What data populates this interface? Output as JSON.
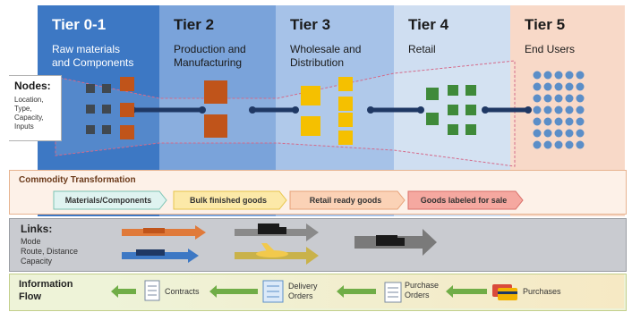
{
  "tiers": [
    {
      "title": "Tier 0-1",
      "subtitle": [
        "Raw materials",
        "and Components"
      ],
      "color": "#3d78c4"
    },
    {
      "title": "Tier 2",
      "subtitle": [
        "Production and",
        "Manufacturing"
      ],
      "color": "#6c9ad6"
    },
    {
      "title": "Tier 3",
      "subtitle": [
        "Wholesale and",
        "Distribution"
      ],
      "color": "#98b9e3"
    },
    {
      "title": "Tier 4",
      "subtitle": [
        "Retail",
        ""
      ],
      "color": "#c6d8ee"
    },
    {
      "title": "Tier 5",
      "subtitle": [
        "End Users",
        ""
      ],
      "color": "#f8d9c8"
    }
  ],
  "nodes": {
    "title": "Nodes:",
    "details": [
      "Location,",
      "Type,",
      "Capacity,",
      "Inputs"
    ]
  },
  "commodity": {
    "title": "Commodity Transformation",
    "stages": [
      "Materials/Components",
      "Bulk finished goods",
      "Retail ready goods",
      "Goods labeled for sale"
    ]
  },
  "links": {
    "title": "Links:",
    "details": [
      "Mode",
      "Route, Distance",
      "Capacity"
    ]
  },
  "information": {
    "title": [
      "Information",
      "Flow"
    ],
    "items": [
      "Contracts",
      "Delivery",
      "Orders",
      "Purchase",
      "Orders",
      "Purchases"
    ]
  },
  "colors": {
    "node_brown": "#c0541a",
    "node_dark": "#404850",
    "node_yellow": "#f5c000",
    "node_green": "#3f8a3a",
    "node_blue": "#5b8ec8",
    "connector": "#1f3864",
    "arrow_green": "#70ad47",
    "dashed_pink": "#d46a8a"
  }
}
